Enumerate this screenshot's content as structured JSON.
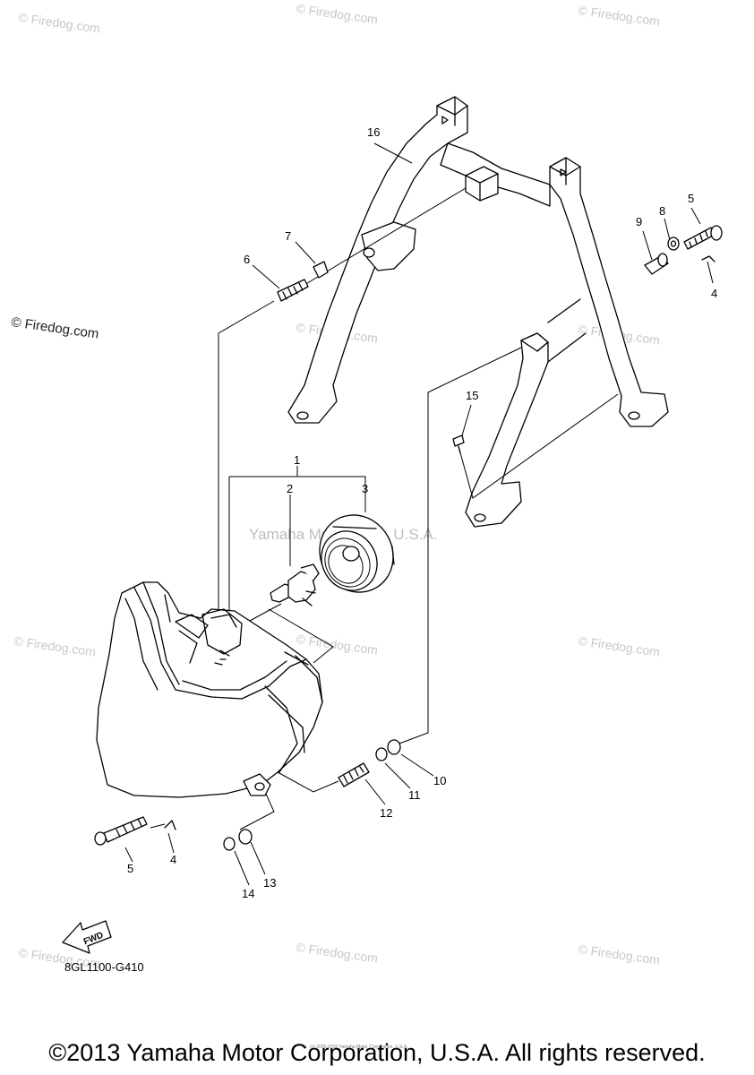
{
  "diagram": {
    "code": "8GL1100-G410",
    "fwd_label": "FWD",
    "callouts": [
      "1",
      "2",
      "3",
      "4",
      "4",
      "5",
      "5",
      "6",
      "7",
      "8",
      "9",
      "10",
      "11",
      "12",
      "13",
      "14",
      "15",
      "16"
    ],
    "watermark": "© Firedog.com",
    "watermark_side": "© Firedog.com",
    "watermark_center": "Yamaha Motor Corp, U.S.A.",
    "tiny_note": "(c) 2005-2015 Yamaha Motor Corporation, U.S.A."
  },
  "footer": {
    "copyright": "©2013 Yamaha Motor Corporation, U.S.A. All rights reserved."
  }
}
